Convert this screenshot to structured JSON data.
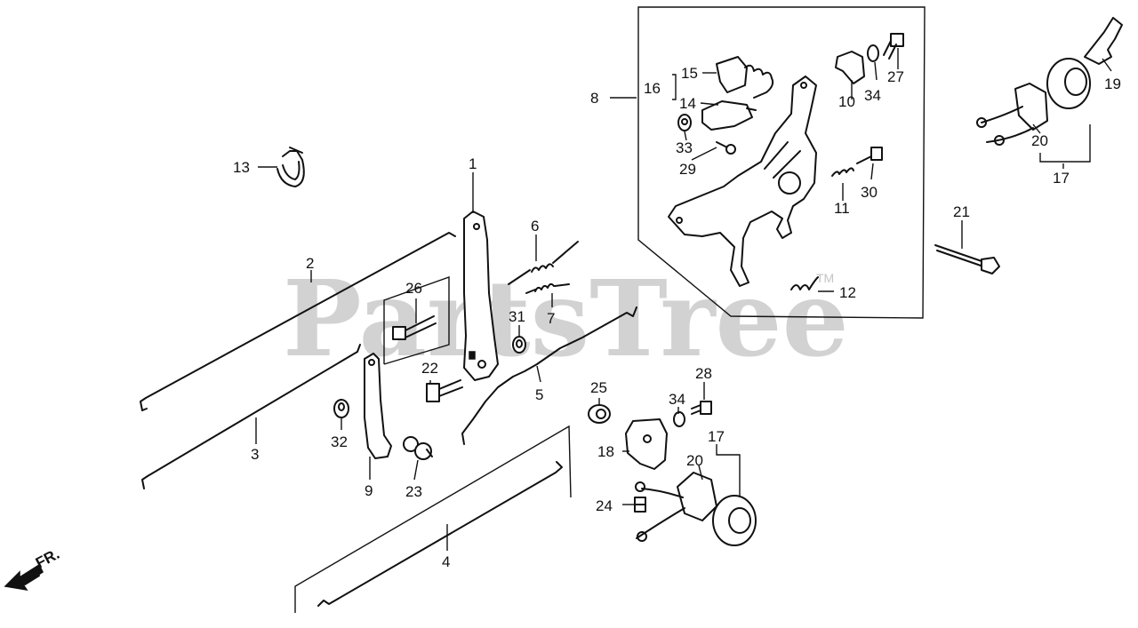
{
  "watermark": {
    "text": "PartsTree",
    "trademark": "TM"
  },
  "front_indicator": "FR.",
  "labels": {
    "l1": "1",
    "l2": "2",
    "l3": "3",
    "l4": "4",
    "l5": "5",
    "l6": "6",
    "l7": "7",
    "l8": "8",
    "l9": "9",
    "l10": "10",
    "l11": "11",
    "l12": "12",
    "l13": "13",
    "l14": "14",
    "l15": "15",
    "l16": "16",
    "l17a": "17",
    "l17b": "17",
    "l18": "18",
    "l19": "19",
    "l20a": "20",
    "l20b": "20",
    "l21": "21",
    "l22": "22",
    "l23": "23",
    "l24": "24",
    "l25": "25",
    "l26": "26",
    "l27": "27",
    "l28": "28",
    "l29": "29",
    "l30": "30",
    "l31": "31",
    "l32": "32",
    "l33": "33",
    "l34a": "34",
    "l34b": "34"
  }
}
